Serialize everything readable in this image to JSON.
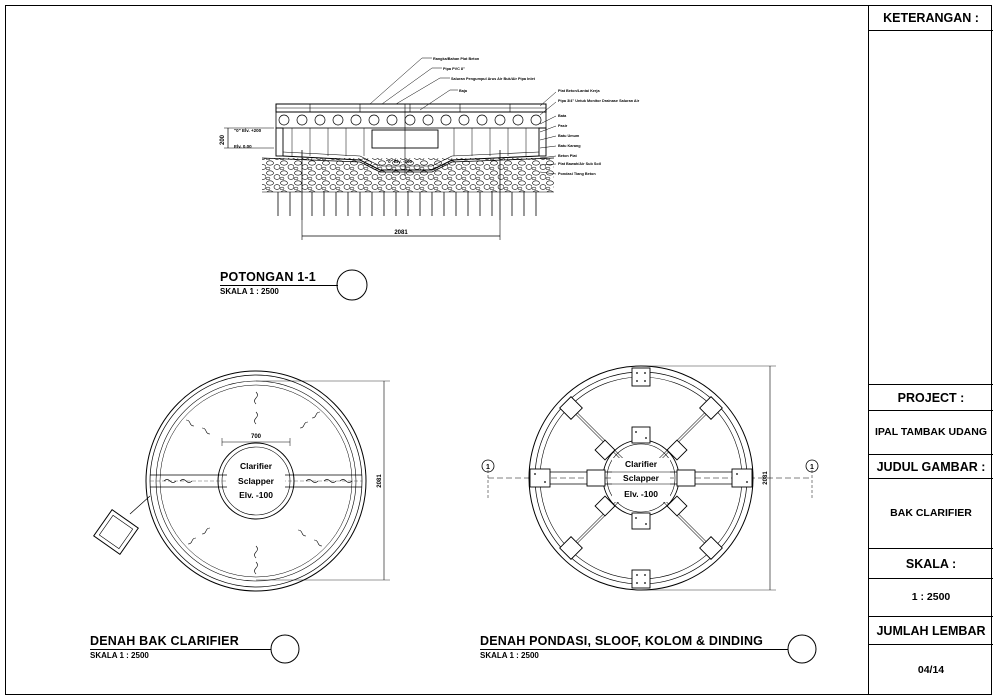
{
  "title_block": {
    "keterangan_label": "KETERANGAN :",
    "project_label": "PROJECT :",
    "project_value": "IPAL TAMBAK UDANG",
    "judul_label": "JUDUL GAMBAR :",
    "judul_value": "BAK CLARIFIER",
    "skala_label": "SKALA :",
    "skala_value": "1 : 2500",
    "jumlah_label": "JUMLAH LEMBAR",
    "jumlah_value": "04/14"
  },
  "section": {
    "title": "POTONGAN 1-1",
    "scale": "SKALA 1 : 2500",
    "dim_width": "2081",
    "dim_height": "200",
    "elev_top": "\"0\" Elv. +200",
    "elev_base": "Elv. 0.00",
    "elev_bottom": "\"0\" Elv. -200",
    "callouts_top": [
      "Rangka/Bahan Plat Beton",
      "Pipa PVC 8\"",
      "Saluran Pengumpul Arus Air Buk/Air Pipa Inlet",
      "Baja"
    ],
    "callouts_right": [
      "Plat Beton/Lantai Kerja",
      "Pipa 3/4\" Untuk Monitor Drainase Saluran Air",
      "Bata",
      "Pasir",
      "Batu Umum",
      "Batu Karang",
      "Beton Plat",
      "Plat Bawah/Air Sub Soil",
      "Pondasi Tiang Beton"
    ]
  },
  "plan1": {
    "title": "DENAH BAK CLARIFIER",
    "scale": "SKALA 1 : 2500",
    "dim_vertical": "2081",
    "dim_core": "700",
    "center_lines": [
      "Clarifier",
      "Sclapper",
      "Elv. -100"
    ]
  },
  "plan2": {
    "title": "DENAH PONDASI, SLOOF, KOLOM & DINDING",
    "scale": "SKALA 1 : 2500",
    "dim_vertical": "2081",
    "grid_marker": "1",
    "center_lines": [
      "Clarifier",
      "Sclapper",
      "Elv. -100"
    ]
  }
}
